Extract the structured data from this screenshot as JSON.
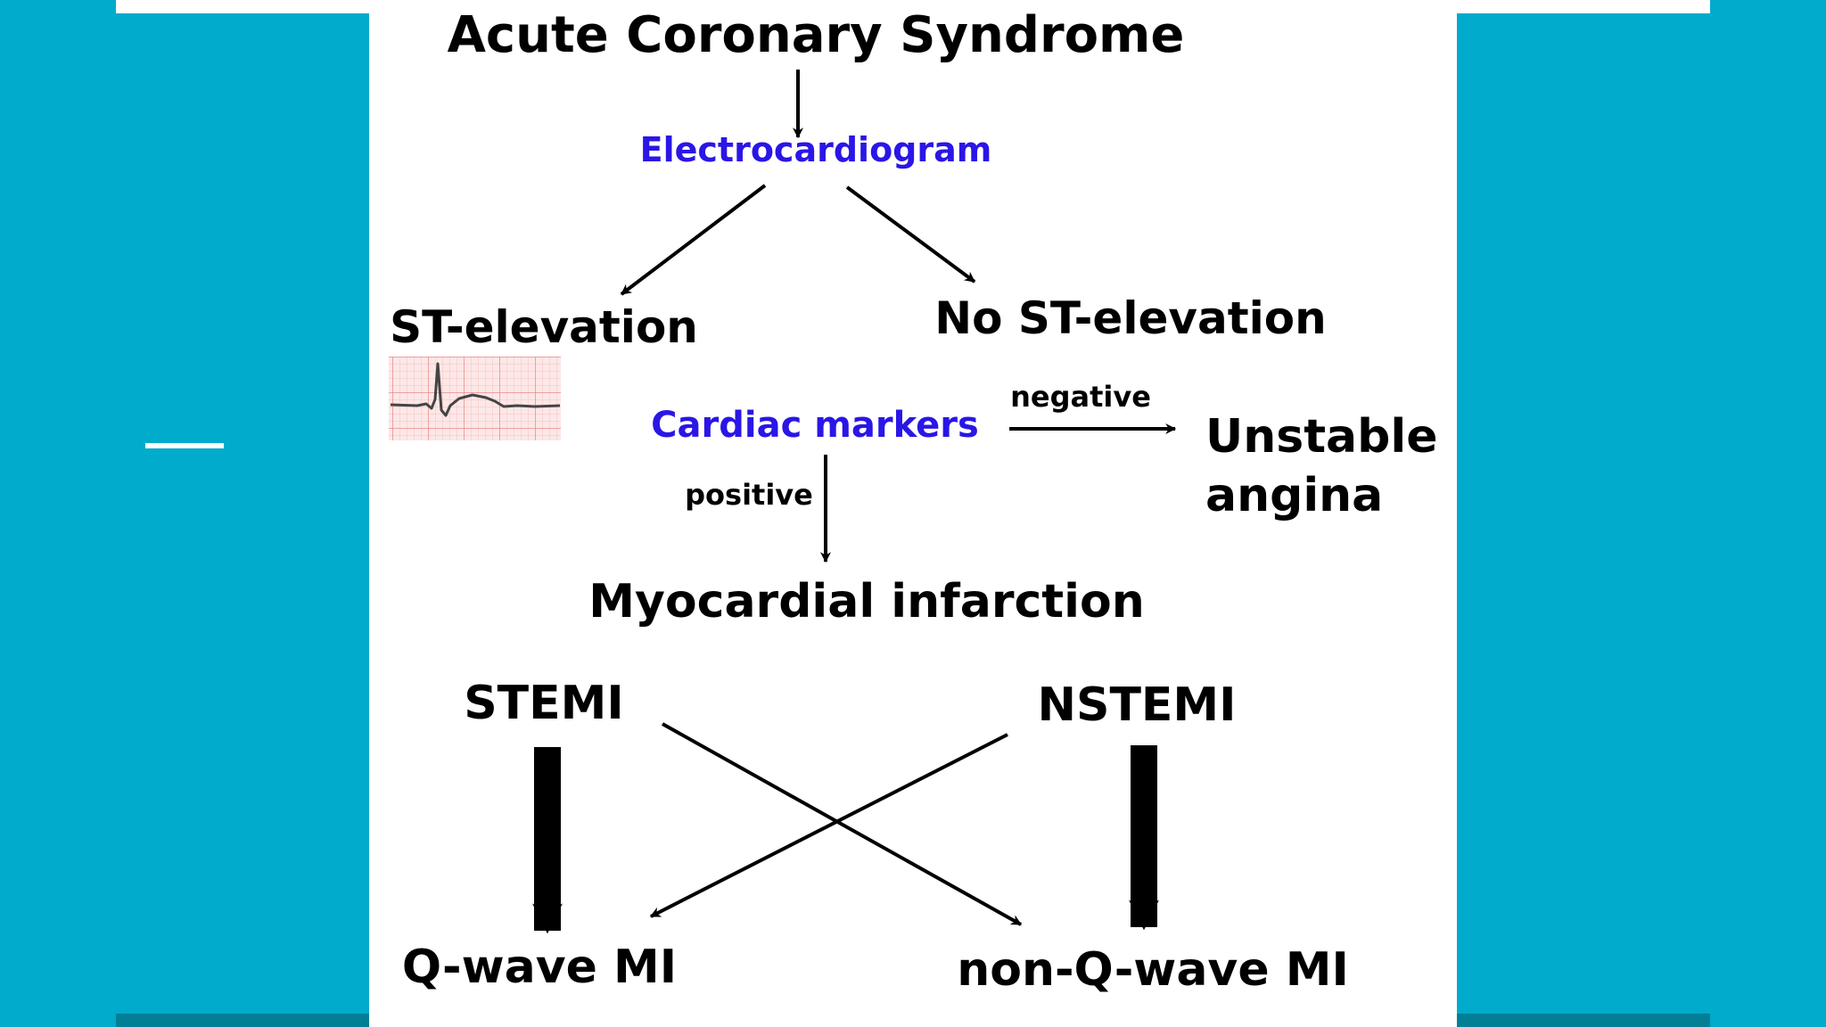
{
  "slide": {
    "background_color": "#00abcc",
    "band_color": "#027f95",
    "top_strip_color": "#ffffff",
    "accent_line_color": "#ffffff",
    "panel_color": "#ffffff"
  },
  "diagram": {
    "title": "Acute Coronary Syndrome",
    "ecg_label": "Electrocardiogram",
    "st_elevation": "ST-elevation",
    "no_st_elevation": "No ST-elevation",
    "cardiac_markers": "Cardiac markers",
    "negative_label": "negative",
    "positive_label": "positive",
    "unstable_angina": {
      "line1": "Unstable",
      "line2": "angina"
    },
    "myocardial_infarction": "Myocardial infarction",
    "stemi": "STEMI",
    "nstemi": "NSTEMI",
    "q_wave_mi": "Q-wave MI",
    "non_q_wave_mi": "non-Q-wave MI",
    "label_color": "#2a16e6",
    "ecg_grid_color": "#f0a8a8",
    "ecg_trace_color": "#444444"
  }
}
